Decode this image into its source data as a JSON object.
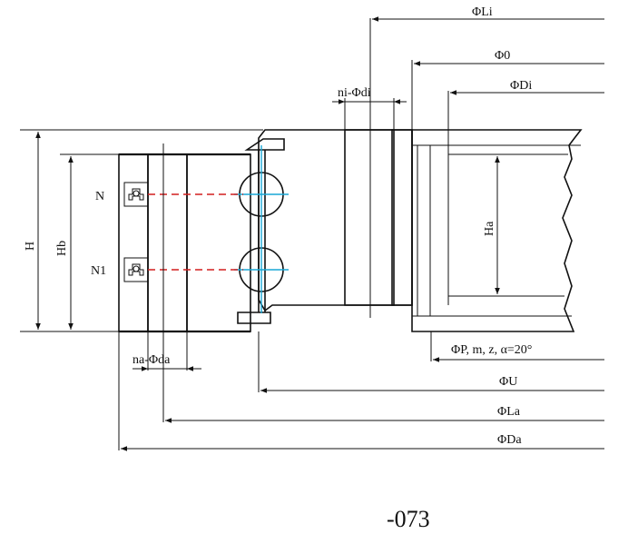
{
  "labels": {
    "phi_li": "ΦLi",
    "phi_o": "Φ0",
    "phi_di": "ΦDi",
    "ni_phi_di": "ni-Φdi",
    "phi_p": "ΦP, m, z, α=20°",
    "phi_u": "ΦU",
    "phi_la": "ΦLa",
    "phi_da": "ΦDa",
    "na_phi_da": "na-Φda",
    "h": "H",
    "hb": "Hb",
    "ha": "Ha",
    "n": "N",
    "n1": "N1",
    "part_no": "-073"
  },
  "colors": {
    "line": "#111111",
    "lubrication_line": "#d21f1f",
    "centerline": "#19a7d6"
  }
}
